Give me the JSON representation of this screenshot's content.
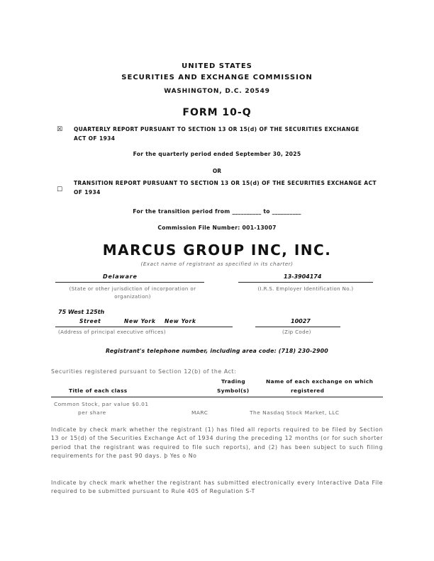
{
  "header": {
    "line1": "UNITED STATES",
    "line2": "SECURITIES AND EXCHANGE COMMISSION",
    "line3": "WASHINGTON, D.C. 20549"
  },
  "form_title": "FORM 10-Q",
  "checkbox_quarterly": {
    "mark": "☒",
    "text_line1": "QUARTERLY REPORT PURSUANT TO SECTION 13 OR 15(d) OF THE SECURITIES EXCHANGE",
    "text_line2": "ACT OF 1934"
  },
  "period_line": "For the quarterly period ended September 30, 2025",
  "or_label": "OR",
  "checkbox_transition": {
    "mark": "☐",
    "text_line1": "TRANSITION REPORT PURSUANT TO SECTION 13 OR 15(d) OF THE SECURITIES EXCHANGE ACT",
    "text_line2": "OF 1934"
  },
  "transition_period_line": "For the transition period from __________ to __________",
  "commission_line": "Commission File Number: 001-13007",
  "company_name": "MARCUS GROUP INC, INC.",
  "company_caption": "(Exact name of registrant as specified in its charter)",
  "state": "Delaware",
  "ein": "13-3904174",
  "state_caption": "(State or other jurisdiction of incorporation or organization)",
  "ein_caption": "(I.R.S. Employer Identification No.)",
  "address_street": "75 West 125th",
  "address_street2": "Street",
  "address_city": "New York",
  "address_state": "New York",
  "zip": "10027",
  "address_caption": "(Address of principal executive offices)",
  "zip_caption": "(Zip Code)",
  "phone_line": "Registrant's telephone number, including area code: (718) 230-2900",
  "registered_intro": "Securities registered pursuant to Section 12(b) of the Act:",
  "table": {
    "col1": "Title of each class",
    "col2_line1": "Trading",
    "col2_line2": "Symbol(s)",
    "col3_line1": "Name of each exchange on which",
    "col3_line2": "registered",
    "row_title_line1": "Common Stock, par value $0.01",
    "row_title_line2": "per share",
    "row_symbol": "MARC",
    "row_exchange": "The Nasdaq Stock Market, LLC"
  },
  "para1": "Indicate by check mark whether the registrant (1) has filed all reports required to be filed by Section 13 or 15(d) of the Securities Exchange Act of 1934 during the preceding 12 months (or for such shorter period that the registrant was required to file such reports), and (2) has been subject to such filing requirements for the past 90 days. þ Yes  o No",
  "para2": "Indicate by check mark whether the registrant has submitted electronically every Interactive Data File required to be submitted pursuant to Rule 405 of Regulation S-T"
}
